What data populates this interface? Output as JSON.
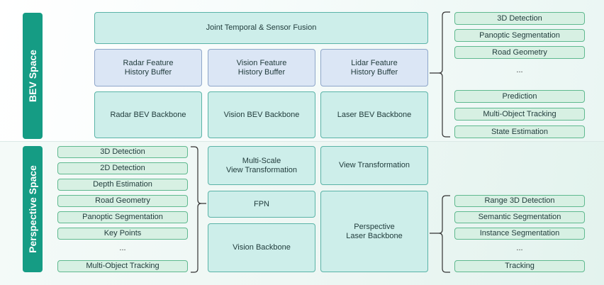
{
  "bev": {
    "label": "BEV Space",
    "fusion": "Joint Temporal & Sensor Fusion",
    "buffers": [
      "Radar Feature\nHistory Buffer",
      "Vision Feature\nHistory Buffer",
      "Lidar Feature\nHistory Buffer"
    ],
    "backbones": [
      "Radar BEV Backbone",
      "Vision BEV Backbone",
      "Laser BEV Backbone"
    ],
    "outputs": [
      "3D Detection",
      "Panoptic Segmentation",
      "Road Geometry",
      "...",
      "Prediction",
      "Multi-Object Tracking",
      "State Estimation"
    ]
  },
  "perspective": {
    "label": "Perspective Space",
    "tasks": [
      "3D Detection",
      "2D Detection",
      "Depth Estimation",
      "Road Geometry",
      "Panoptic Segmentation",
      "Key Points",
      "...",
      "Multi-Object Tracking"
    ],
    "vision": [
      "Multi-Scale\nView Transformation",
      "FPN",
      "Vision Backbone"
    ],
    "laser": [
      "View Transformation",
      "Perspective\nLaser Backbone"
    ],
    "outputs": [
      "Range 3D Detection",
      "Semantic Segmentation",
      "Instance Segmentation",
      "...",
      "Tracking"
    ]
  },
  "colors": {
    "side": "#159c84",
    "module": "#cdeeea",
    "buffer": "#dbe6f5",
    "task": "#d7f0e3"
  }
}
